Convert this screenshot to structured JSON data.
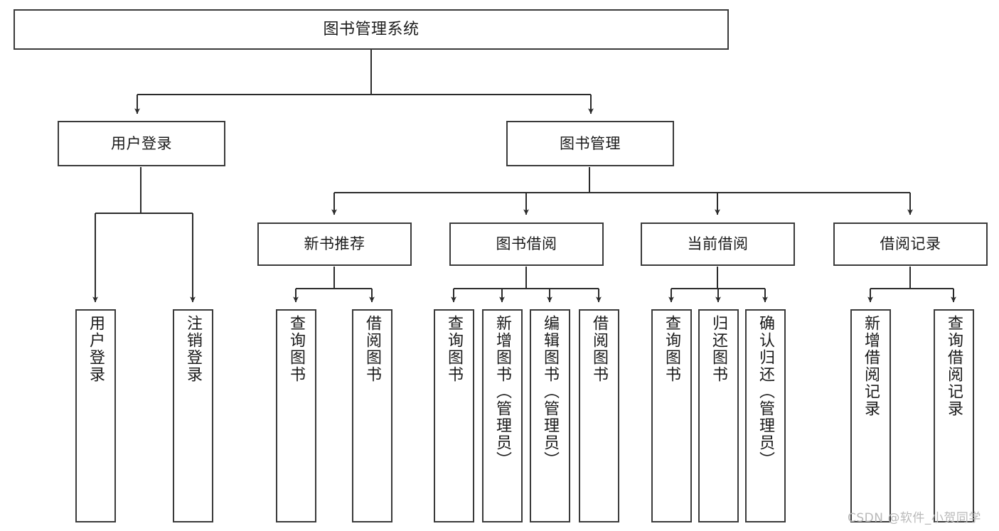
{
  "diagram": {
    "title": "图书管理系统",
    "type": "hierarchy-tree",
    "watermark": "CSDN @软件_小贺同学",
    "colors": {
      "box_border": "#3a3a3a",
      "box_fill": "#ffffff",
      "edge": "#2b2b2b",
      "text": "#1a1a1a",
      "watermark": "#b9b9b9"
    },
    "levels": {
      "level1": [
        {
          "id": "root",
          "label": "图书管理系统"
        }
      ],
      "level2": [
        {
          "id": "user-login",
          "label": "用户登录"
        },
        {
          "id": "book-manage",
          "label": "图书管理"
        }
      ],
      "level3": [
        {
          "id": "new-book-rec",
          "label": "新书推荐"
        },
        {
          "id": "book-borrow",
          "label": "图书借阅"
        },
        {
          "id": "current-borrow",
          "label": "当前借阅"
        },
        {
          "id": "borrow-record",
          "label": "借阅记录"
        }
      ],
      "level4": [
        {
          "id": "leaf-user-login",
          "label": "用户登录",
          "parent": "user-login"
        },
        {
          "id": "leaf-user-logout",
          "label": "注销登录",
          "parent": "user-login"
        },
        {
          "id": "leaf-query-book-1",
          "label": "查询图书",
          "parent": "new-book-rec"
        },
        {
          "id": "leaf-borrow-book-1",
          "label": "借阅图书",
          "parent": "new-book-rec"
        },
        {
          "id": "leaf-query-book-2",
          "label": "查询图书",
          "parent": "book-borrow"
        },
        {
          "id": "leaf-add-book",
          "label": "新增图书（管理员）",
          "parent": "book-borrow"
        },
        {
          "id": "leaf-edit-book",
          "label": "编辑图书（管理员）",
          "parent": "book-borrow"
        },
        {
          "id": "leaf-borrow-book-2",
          "label": "借阅图书",
          "parent": "book-borrow"
        },
        {
          "id": "leaf-query-book-3",
          "label": "查询图书",
          "parent": "current-borrow"
        },
        {
          "id": "leaf-return-book",
          "label": "归还图书",
          "parent": "current-borrow"
        },
        {
          "id": "leaf-confirm-return",
          "label": "确认归还（管理员）",
          "parent": "current-borrow"
        },
        {
          "id": "leaf-add-record",
          "label": "新增借阅记录",
          "parent": "borrow-record"
        },
        {
          "id": "leaf-query-record",
          "label": "查询借阅记录",
          "parent": "borrow-record"
        }
      ]
    }
  }
}
